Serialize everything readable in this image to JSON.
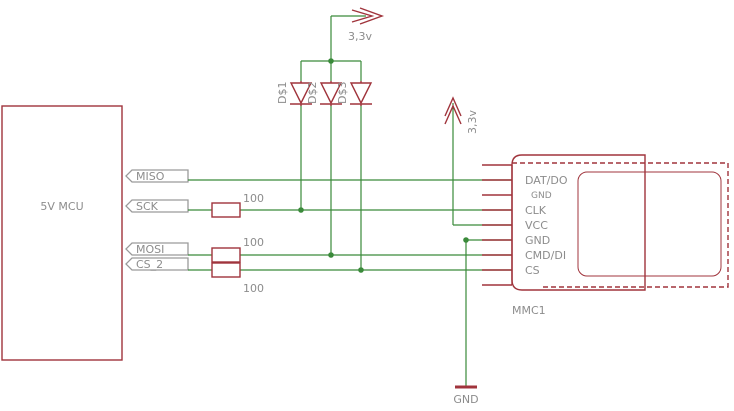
{
  "mcu": {
    "label": "5V MCU"
  },
  "signals": {
    "miso": "MISO",
    "sck": "SCK",
    "mosi": "MOSI",
    "cs": "CS_2"
  },
  "resistors": {
    "r_sck": "100",
    "r_mosi": "100",
    "r_cs": "100"
  },
  "diodes": {
    "d1": "D$1",
    "d2": "D$2",
    "d3": "D$3"
  },
  "power": {
    "top_supply": "3,3v",
    "side_supply": "3,3v",
    "ground": "GND"
  },
  "card": {
    "name": "MMC1",
    "pins": [
      "DAT/DO",
      "GND",
      "CLK",
      "VCC",
      "GND",
      "CMD/DI",
      "CS"
    ]
  },
  "colors": {
    "component": "#a0343c",
    "wire": "#3a8a3a",
    "label": "#8c8c8c"
  }
}
